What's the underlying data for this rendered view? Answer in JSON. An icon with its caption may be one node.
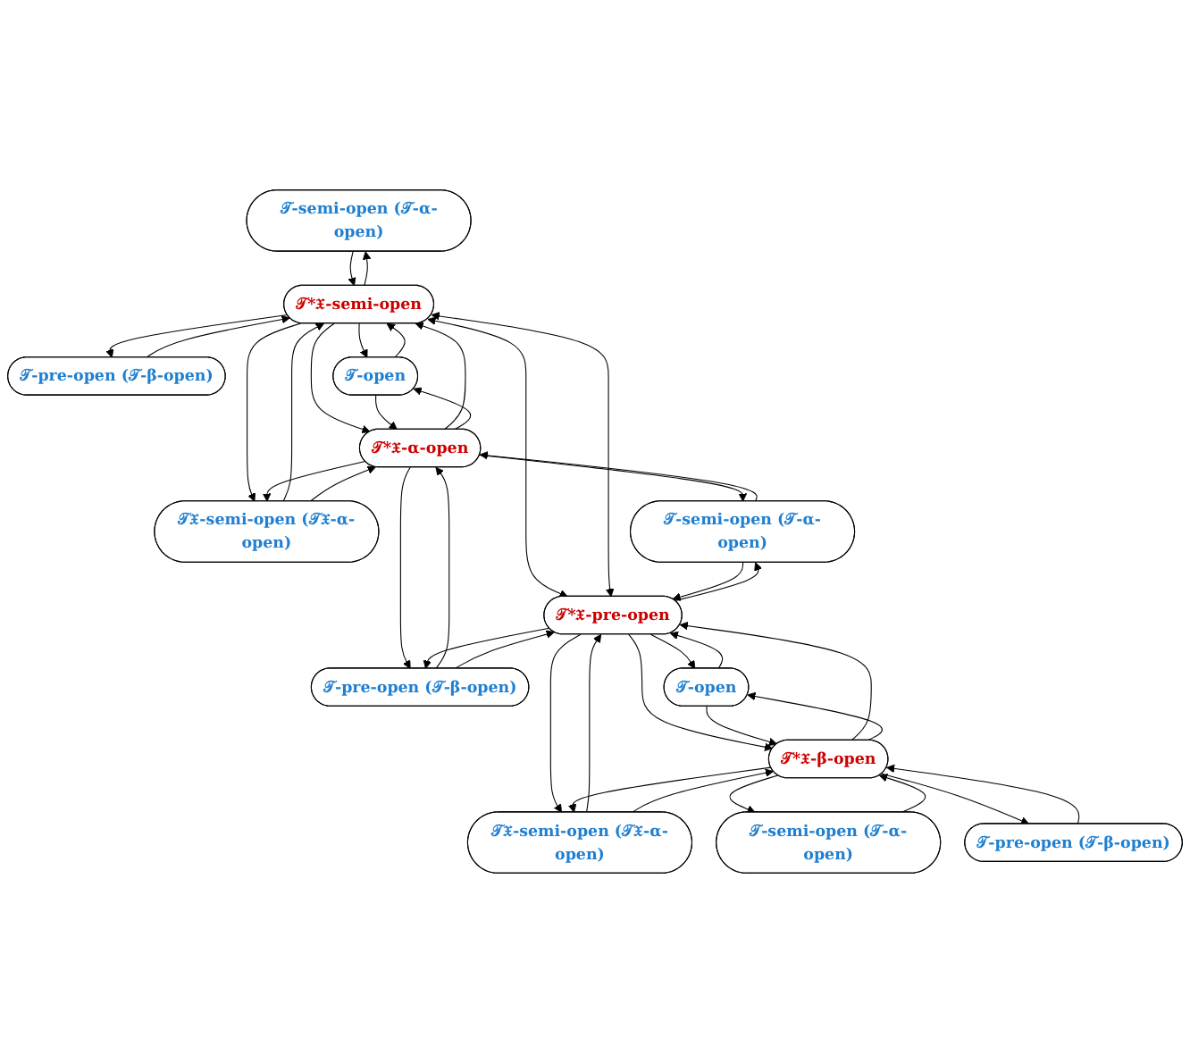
{
  "diagram": {
    "nodes": [
      {
        "text": [
          "𝒯-semi-open (𝒯-α-open)"
        ]
      },
      {
        "text": [
          "𝒯-pre-open (𝒯-β-open)"
        ]
      },
      {
        "text": [
          "𝒯*𝔛-semi-open"
        ]
      },
      {
        "text": [
          "𝒯-open"
        ]
      },
      {
        "text": [
          "𝒯𝔛-semi-open (𝒯𝔛-α-open)"
        ]
      },
      {
        "text": [
          "𝒯*𝔛-α-open"
        ]
      },
      {
        "text": [
          "𝒯-semi-open (𝒯-α-open)"
        ]
      },
      {
        "text": [
          "𝒯-pre-open (𝒯-β-open)"
        ]
      },
      {
        "text": [
          "𝒯*𝔛-pre-open"
        ]
      },
      {
        "text": [
          "𝒯𝔛-semi-open (𝒯𝔛-α-open)"
        ]
      },
      {
        "text": [
          "𝒯-open"
        ]
      },
      {
        "text": [
          "𝒯*𝔛-β-open"
        ]
      },
      {
        "text": [
          "𝒯-semi-open (𝒯-α-open)"
        ]
      },
      {
        "text": [
          "𝒯-pre-open (𝒯-β-open)"
        ]
      }
    ],
    "edges": [
      {
        "from": 0,
        "to": 2,
        "arrow": "to"
      },
      {
        "from": 2,
        "to": 0,
        "arrow": "to"
      },
      {
        "from": 1,
        "to": 2,
        "arrow": "to"
      },
      {
        "from": 2,
        "to": 1,
        "arrow": "to"
      },
      {
        "from": 3,
        "to": 2,
        "arrow": "to"
      },
      {
        "from": 2,
        "to": 3,
        "arrow": "to"
      },
      {
        "from": 2,
        "to": 4,
        "arrow": "to"
      },
      {
        "from": 4,
        "to": 2,
        "arrow": "to"
      },
      {
        "from": 2,
        "to": 5,
        "arrow": "to"
      },
      {
        "from": 5,
        "to": 2,
        "arrow": "to"
      },
      {
        "from": 2,
        "to": 8,
        "arrow": "both"
      },
      {
        "from": 2,
        "to": 8,
        "arrow": "both"
      },
      {
        "from": 3,
        "to": 5,
        "arrow": "to"
      },
      {
        "from": 5,
        "to": 3,
        "arrow": "to"
      },
      {
        "from": 5,
        "to": 4,
        "arrow": "to"
      },
      {
        "from": 4,
        "to": 5,
        "arrow": "to"
      },
      {
        "from": 6,
        "to": 5,
        "arrow": "to"
      },
      {
        "from": 5,
        "to": 6,
        "arrow": "to"
      },
      {
        "from": 7,
        "to": 5,
        "arrow": "to"
      },
      {
        "from": 5,
        "to": 7,
        "arrow": "to"
      },
      {
        "from": 6,
        "to": 8,
        "arrow": "to"
      },
      {
        "from": 8,
        "to": 6,
        "arrow": "to"
      },
      {
        "from": 7,
        "to": 8,
        "arrow": "to"
      },
      {
        "from": 8,
        "to": 7,
        "arrow": "to"
      },
      {
        "from": 10,
        "to": 8,
        "arrow": "to"
      },
      {
        "from": 8,
        "to": 10,
        "arrow": "to"
      },
      {
        "from": 8,
        "to": 9,
        "arrow": "to"
      },
      {
        "from": 9,
        "to": 8,
        "arrow": "to"
      },
      {
        "from": 8,
        "to": 11,
        "arrow": "to"
      },
      {
        "from": 11,
        "to": 8,
        "arrow": "to"
      },
      {
        "from": 10,
        "to": 11,
        "arrow": "to"
      },
      {
        "from": 11,
        "to": 10,
        "arrow": "to"
      },
      {
        "from": 11,
        "to": 9,
        "arrow": "to"
      },
      {
        "from": 9,
        "to": 11,
        "arrow": "to"
      },
      {
        "from": 12,
        "to": 11,
        "arrow": "to"
      },
      {
        "from": 11,
        "to": 12,
        "arrow": "to"
      },
      {
        "from": 13,
        "to": 11,
        "arrow": "to"
      },
      {
        "from": 11,
        "to": 13,
        "arrow": "to"
      }
    ]
  }
}
